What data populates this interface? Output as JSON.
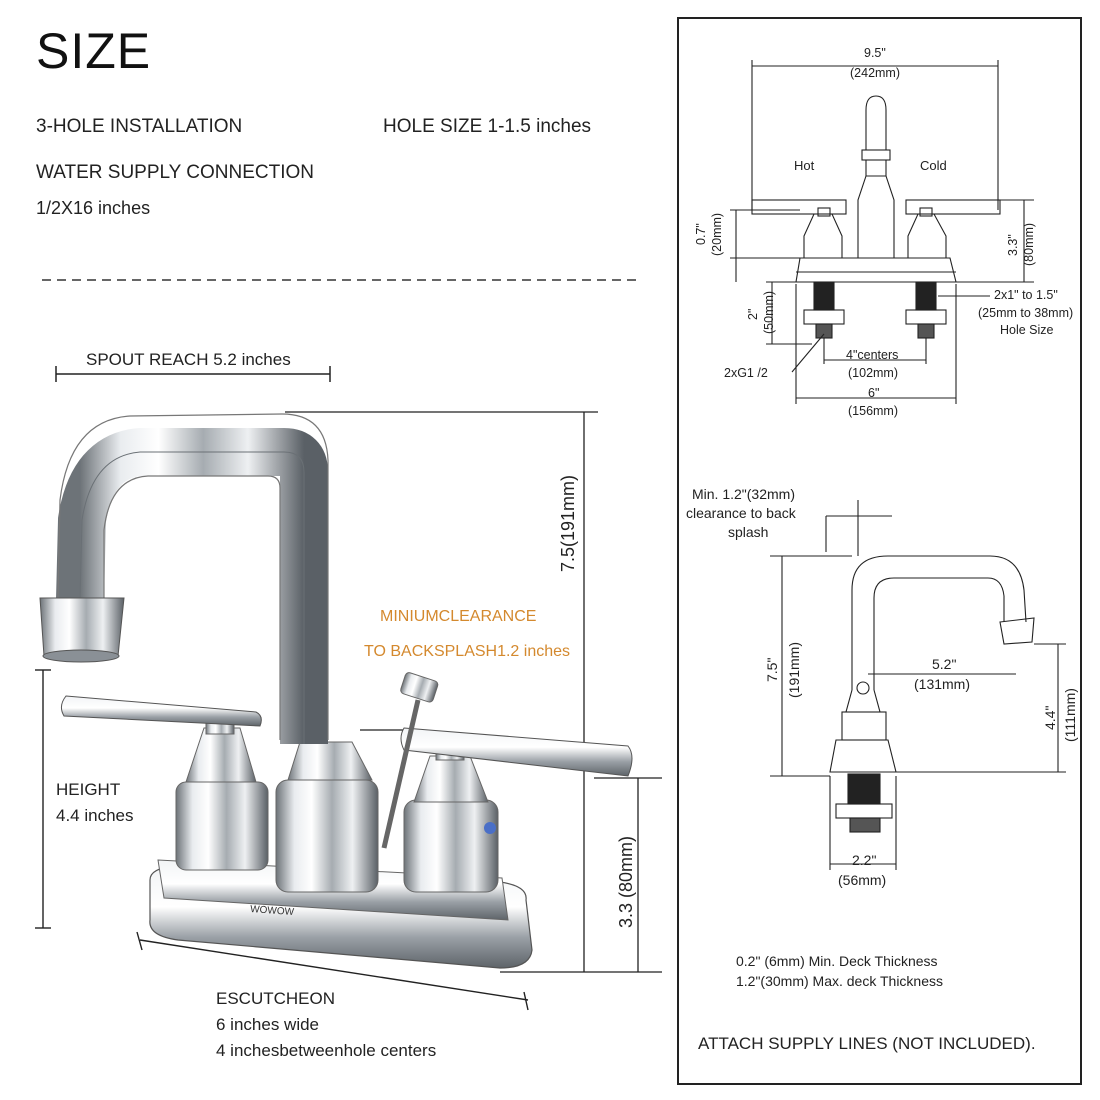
{
  "title": "SIZE",
  "left_info": {
    "installation": "3-HOLE INSTALLATION",
    "hole_size": "HOLE SIZE 1-1.5 inches",
    "water_supply": "WATER SUPPLY CONNECTION",
    "water_supply_value": "1/2X16 inches",
    "spout_reach": "SPOUT REACH 5.2 inches",
    "total_height": "7.5(191mm)",
    "clearance_line1": "MINIUMCLEARANCE",
    "clearance_line2": "TO BACKSPLASH1.2 inches",
    "height_label": "HEIGHT",
    "height_value": "4.4 inches",
    "base_height": "3.3 (80mm)",
    "escutcheon": "ESCUTCHEON",
    "escutcheon_width": "6 inches wide",
    "escutcheon_centers": "4 inchesbetweenhole centers",
    "brand": "WOWOW"
  },
  "front_diagram": {
    "width_in": "9.5\"",
    "width_mm": "(242mm)",
    "hot": "Hot",
    "cold": "Cold",
    "handle_h_in": "0.7\"",
    "handle_h_mm": "(20mm)",
    "body_h_in": "3.3\"",
    "body_h_mm": "(80mm)",
    "shank_in": "2\"",
    "shank_mm": "(50mm)",
    "hole_size_line1": "2x1\" to 1.5\"",
    "hole_size_line2": "(25mm to 38mm)",
    "hole_size_line3": "Hole Size",
    "thread": "2xG1 /2",
    "centers_in": "4\"centers",
    "centers_mm": "(102mm)",
    "base_w_in": "6\"",
    "base_w_mm": "(156mm)"
  },
  "side_diagram": {
    "clearance_line1": "Min. 1.2\"(32mm)",
    "clearance_line2": "clearance to back",
    "clearance_line3": "splash",
    "height_in": "7.5\"",
    "height_mm": "(191mm)",
    "reach_in": "5.2\"",
    "reach_mm": "(131mm)",
    "spout_h_in": "4.4\"",
    "spout_h_mm": "(111mm)",
    "base_in": "2.2\"",
    "base_mm": "(56mm)",
    "deck_min": "0.2\" (6mm) Min. Deck Thickness",
    "deck_max": "1.2\"(30mm) Max. deck Thickness",
    "note": "ATTACH SUPPLY LINES (NOT INCLUDED)."
  }
}
